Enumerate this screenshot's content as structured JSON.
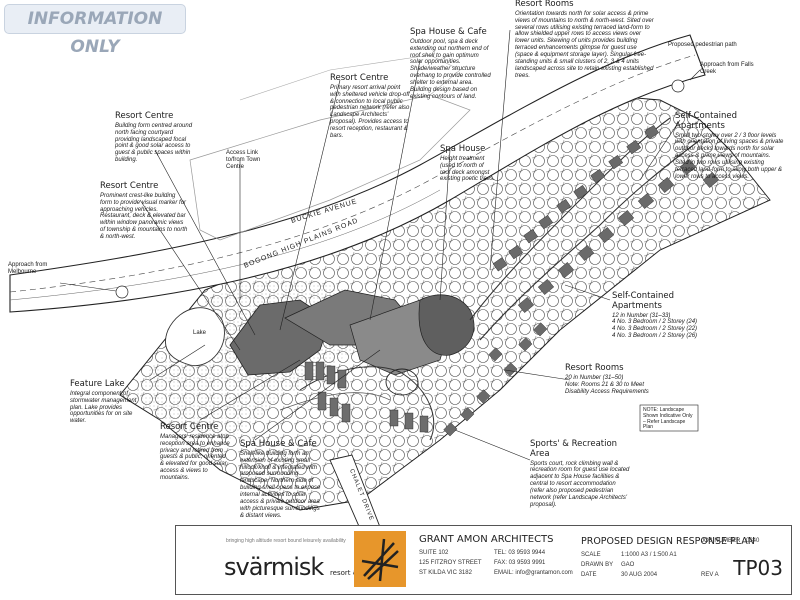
{
  "watermark": "INFORMATION ONLY",
  "roads": {
    "rd1": "BUCKIE AVENUE",
    "rd2": "BOGONG HIGH PLAINS ROAD",
    "rd3": "CHALET DRIVE"
  },
  "map_text": {
    "approach_melbourne": "Approach from Melbourne",
    "approach_falls": "Approach from Falls Creek",
    "access_link": "Access Link to/from Town Centre",
    "proposed_path": "Proposed pedestrian path",
    "lake": "Lake",
    "note": "NOTE: Landscape Shown Indicative Only – Refer Landscape Plan"
  },
  "callouts": {
    "resort_centre_1": {
      "title": "Resort Centre",
      "body": "Building form centred around north facing courtyard providing landscaped focal point & good solar access to guest & public spaces within building."
    },
    "resort_centre_2": {
      "title": "Resort Centre",
      "body": "Prominent crest-like building form to provide visual marker for approaching vehicles. Restaurant, deck & elevated bar within window panoramic views of township & mountains to north & north-west."
    },
    "resort_centre_3": {
      "title": "Resort Centre",
      "body": "Primary resort arrival point with sheltered vehicle drop-off & connection to local public pedestrian network (refer also Landscape Architects' proposal). Provides access to resort reception, restaurant & bars."
    },
    "spa_house_1": {
      "title": "Spa House & Cafe",
      "body": "Outdoor pool, spa & deck extending out northern end of roof shell to gain optimum solar opportunities. Shade/weather structure overhang to provide controlled shelter to external area. Building design based on existing contours of land."
    },
    "spa_house_2": {
      "title": "Spa House",
      "body": "Height treatment (used to north of roof deck amongst existing poetic trees."
    },
    "resort_rooms_1": {
      "title": "Resort Rooms",
      "body": "Orientation towards north for solar access & prime views of mountains to north & north-west. Sited over several rows utilising existing terraced land-form to allow shielded upper rows to access views over lower units. Skewing of units provides building terraced enhancements glimpse for guest use (space & equipment storage layer). Singular free-standing units & small clusters of 2, 3 & 4 units landscaped across site to retain existing established trees."
    },
    "self_contained_1": {
      "title": "Self-Contained Apartments",
      "body": "Small two-storey over 2 / 3 floor levels with orientation of living spaces & private outdoor decks towards north for solar access & prime views of mountains. Sited in two rows utilising existing terraced land-form to allow both upper & lower rows to access views."
    },
    "self_contained_2": {
      "title": "Self-Contained Apartments",
      "body": "12 in Number (31–33)",
      "items": [
        "4 No. 3 Bedroom / 2 Storey (24)",
        "4 No. 3 Bedroom / 2 Storey (22)",
        "4 No. 3 Bedroom / 2 Storey (26)"
      ]
    },
    "resort_rooms_2": {
      "title": "Resort Rooms",
      "body": "20 in Number (31–50)",
      "note": "Note: Rooms 21 & 30 to Meet Disability Access Requirements"
    },
    "feature_lake": {
      "title": "Feature Lake",
      "body": "Integral component of stormwater management plan. Lake provides opportunities for on site water."
    },
    "resort_centre_4": {
      "title": "Resort Centre",
      "body": "Managers' residence atop reception area to enhance privacy and retired from guests & public, oriented & elevated for good solar access & views to mountains."
    },
    "spa_house_3": {
      "title": "Spa House & Cafe",
      "body": "Shell-like building form an extension of existing small hillock/knoll & integrated with proposed surrounding landscape. Northern side of building shell opens to expose internal activities to solar access & private outdoor area with picturesque surroundings & distant views."
    },
    "sports": {
      "title": "Sports' & Recreation Area",
      "body": "Sports court, rock climbing wall & recreation room for guest use located adjacent to Spa House facilities & central to resort accommodation (refer also proposed pedestrian network (refer Landscape Architects' proposal)."
    }
  },
  "titleblock": {
    "tagline": "bringing high altitude resort bound leisurely availability",
    "brand": "svärmisk",
    "brand_sub": "resort & spa",
    "firm": "GRANT AMON ARCHITECTS",
    "firm_lines": [
      "SUITE 102",
      "125 FITZROY STREET",
      "ST KILDA VIC 3182"
    ],
    "contact_lines": [
      "TEL: 03 9593 9944",
      "FAX: 03 9593 9991",
      "EMAIL: info@grantamon.com"
    ],
    "project_title": "PROPOSED DESIGN RESPONSE PLAN",
    "meta_labels": [
      "SCALE",
      "DRAWN BY",
      "DATE"
    ],
    "meta_values": [
      "1:1000 A3 / 1:500 A1",
      "GAO",
      "30 AUG 2004"
    ],
    "job_label": "JOB NUMBER",
    "job_value": "0340",
    "rev": "REV A",
    "drawing_no": "TP03"
  },
  "colors": {
    "building": "#6b6b6b",
    "road": "#ffffff",
    "line": "#222222",
    "logo": "#e7962b"
  }
}
